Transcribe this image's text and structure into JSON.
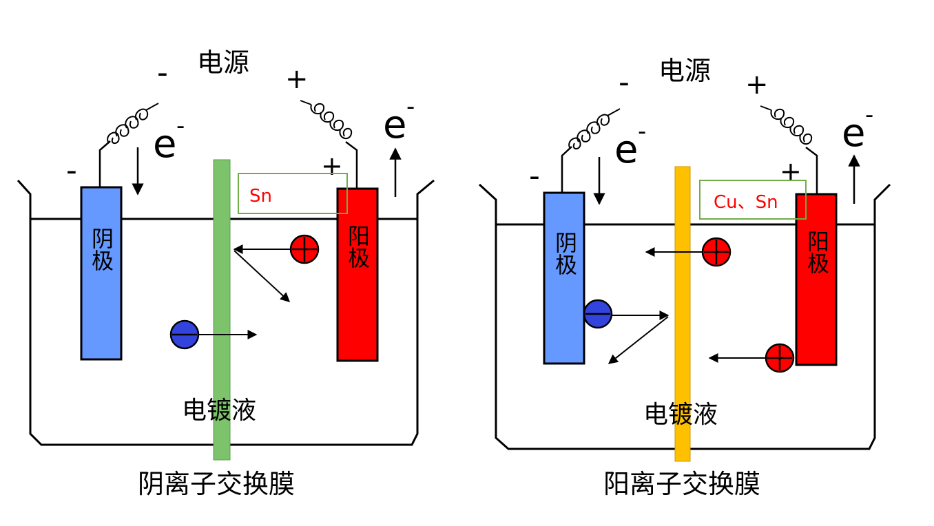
{
  "diagrams": [
    {
      "power_label": "电源",
      "neg_sign": "-",
      "pos_sign": "+",
      "electron_base": "e",
      "electron_sup": "-",
      "cathode_label": "阴极",
      "anode_label": "阳极",
      "solution_label": "电镀液",
      "membrane_label": "阴离子交换膜",
      "box_label": "Sn",
      "membrane_color": "#7cc36b",
      "cathode_color": "#6699ff",
      "anode_color": "#ff0000"
    },
    {
      "power_label": "电源",
      "neg_sign": "-",
      "pos_sign": "+",
      "electron_base": "e",
      "electron_sup": "-",
      "cathode_label": "阴极",
      "anode_label": "阳极",
      "solution_label": "电镀液",
      "membrane_label": "阳离子交换膜",
      "box_label": "Cu、Sn",
      "membrane_color": "#ffc000",
      "cathode_color": "#6699ff",
      "anode_color": "#ff0000"
    }
  ],
  "colors": {
    "line": "#000000",
    "box_border": "#70ad47",
    "box_text": "#ff0000",
    "cation_fill": "#ff0000",
    "anion_fill": "#3344dd"
  }
}
